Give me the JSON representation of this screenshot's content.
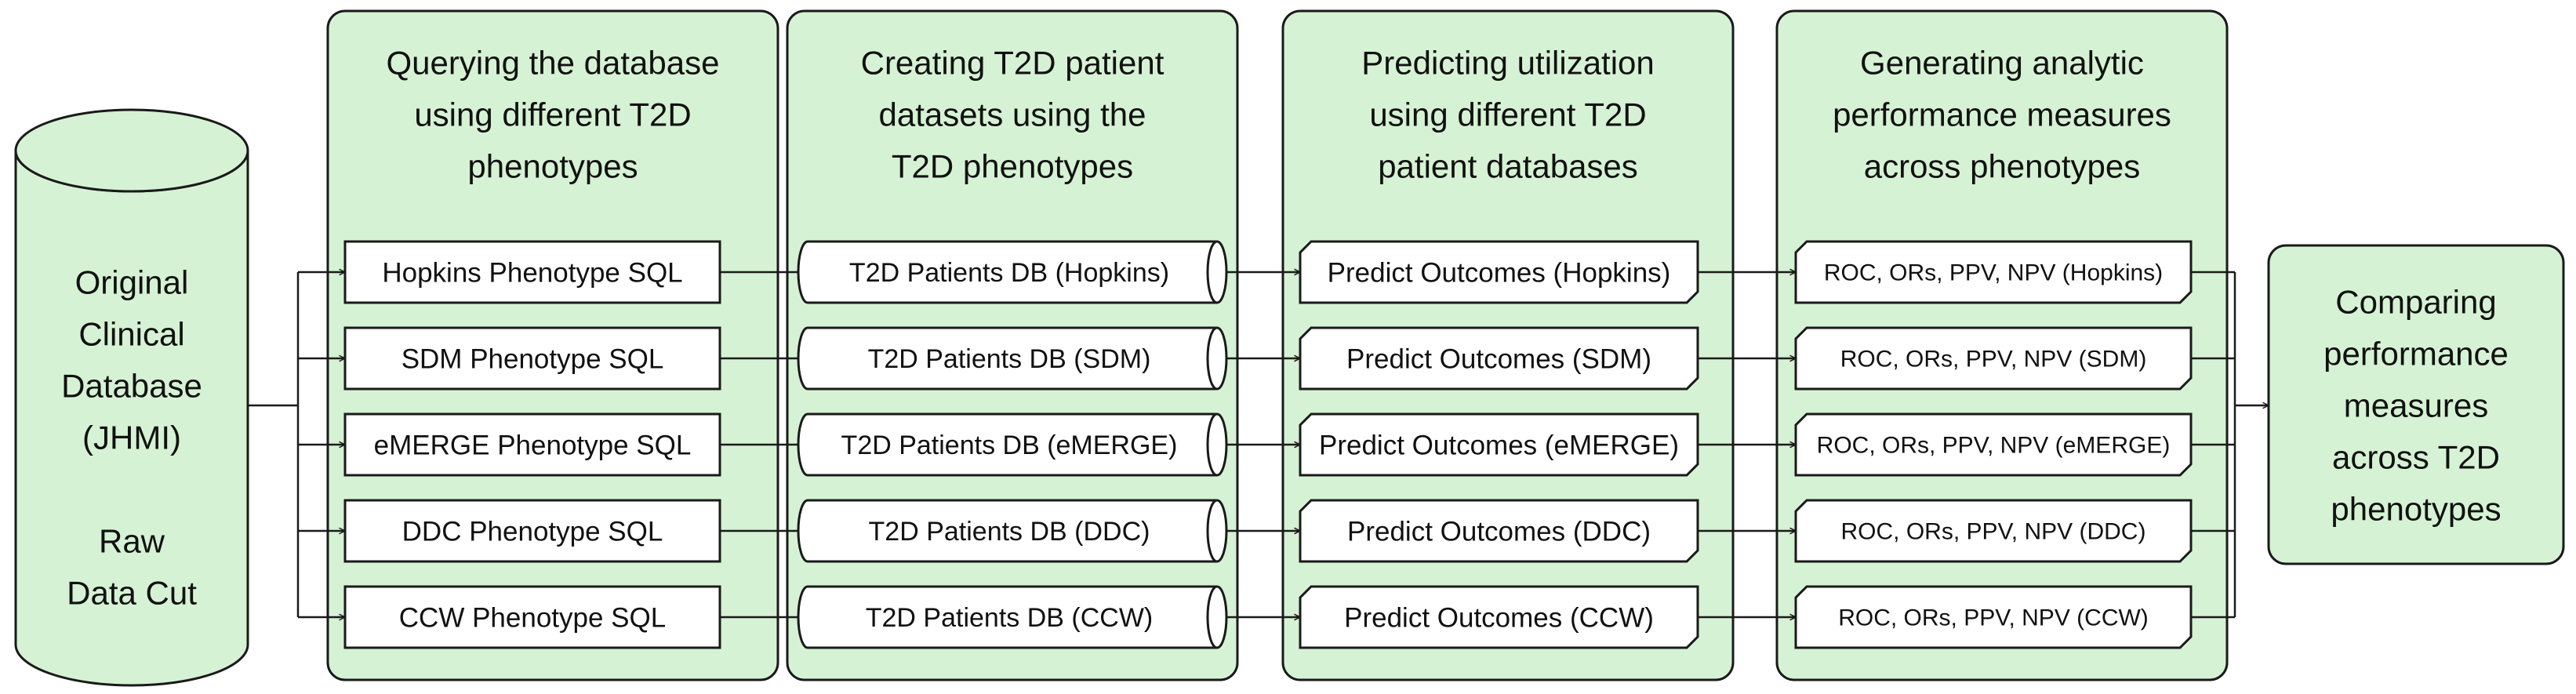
{
  "source": {
    "label_lines": [
      "Original",
      "Clinical",
      "Database",
      "(JHMI)",
      "",
      "Raw",
      "Data Cut"
    ]
  },
  "stages": [
    {
      "title_lines": [
        "Querying the database",
        "using different T2D",
        "phenotypes"
      ],
      "items": [
        "Hopkins Phenotype SQL",
        "SDM Phenotype SQL",
        "eMERGE Phenotype SQL",
        "DDC Phenotype SQL",
        "CCW Phenotype SQL"
      ]
    },
    {
      "title_lines": [
        "Creating T2D patient",
        "datasets using the",
        "T2D phenotypes"
      ],
      "items": [
        "T2D Patients DB (Hopkins)",
        "T2D Patients DB (SDM)",
        "T2D Patients DB (eMERGE)",
        "T2D Patients DB (DDC)",
        "T2D Patients DB (CCW)"
      ]
    },
    {
      "title_lines": [
        "Predicting utilization",
        "using different T2D",
        "patient databases"
      ],
      "items": [
        "Predict Outcomes (Hopkins)",
        "Predict Outcomes (SDM)",
        "Predict Outcomes (eMERGE)",
        "Predict Outcomes (DDC)",
        "Predict Outcomes (CCW)"
      ]
    },
    {
      "title_lines": [
        "Generating analytic",
        "performance measures",
        "across phenotypes"
      ],
      "items": [
        "ROC, ORs, PPV, NPV (Hopkins)",
        "ROC, ORs, PPV, NPV (SDM)",
        "ROC, ORs, PPV, NPV (eMERGE)",
        "ROC, ORs, PPV, NPV (DDC)",
        "ROC, ORs, PPV, NPV (CCW)"
      ]
    }
  ],
  "result": {
    "label_lines": [
      "Comparing",
      "performance",
      "measures",
      "across T2D",
      "phenotypes"
    ]
  },
  "colors": {
    "panel_fill": "#d6f2d4",
    "stroke": "#1a1a1a",
    "node_fill": "#ffffff"
  }
}
